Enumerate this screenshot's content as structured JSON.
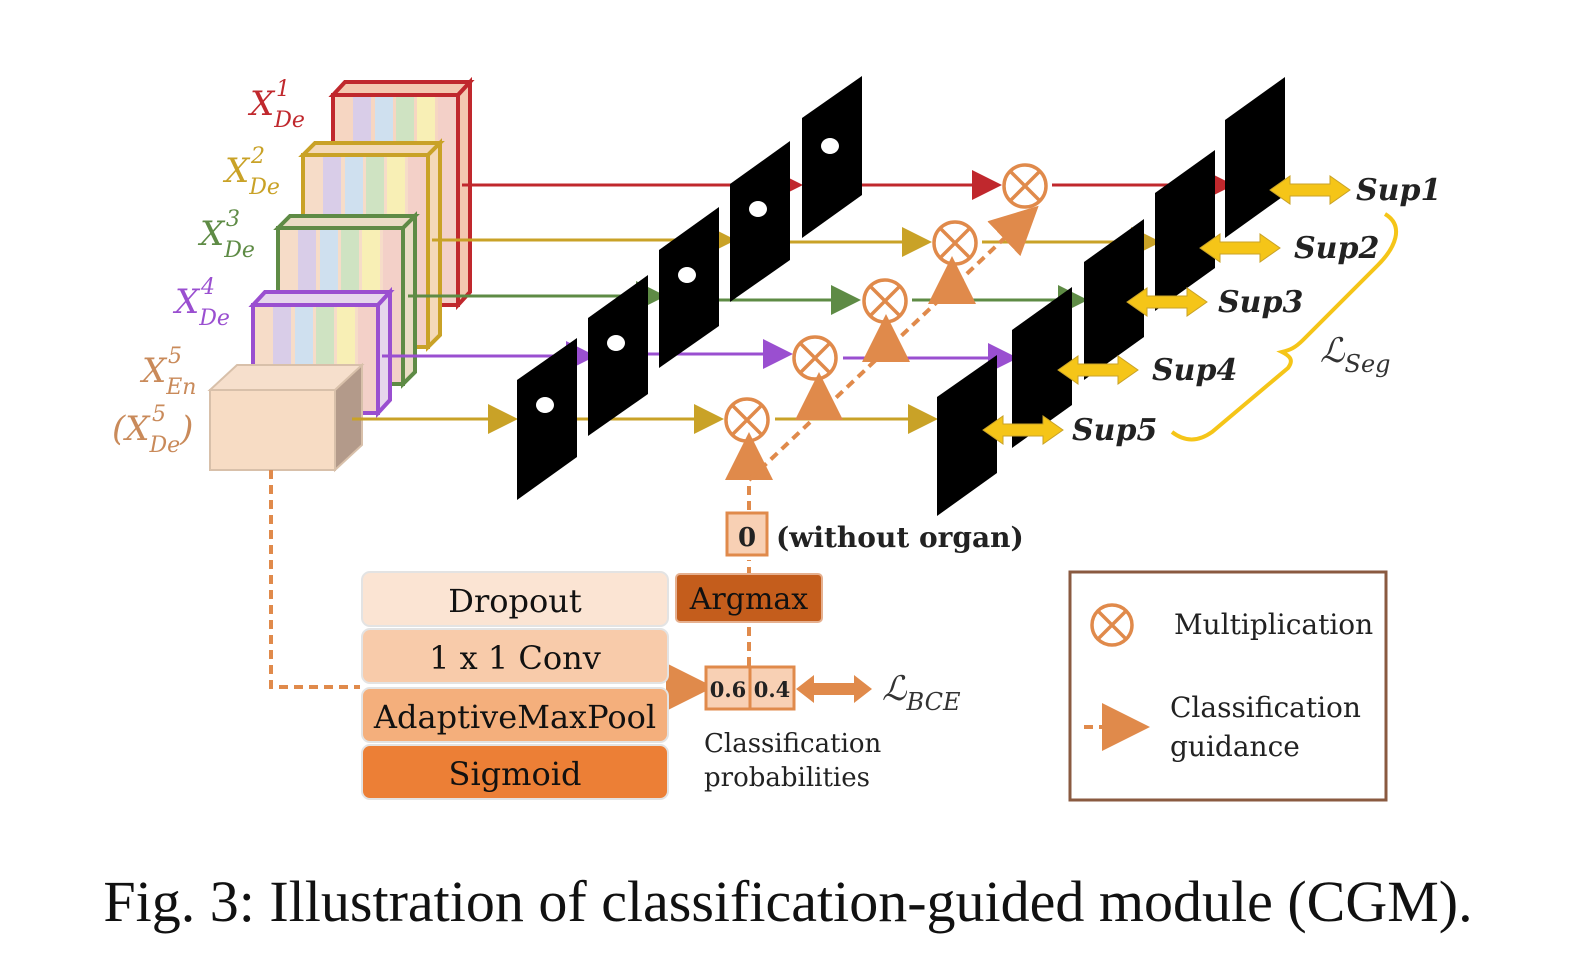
{
  "colors": {
    "de1": "#c0282d",
    "de2": "#c9a227",
    "de3": "#5e8b45",
    "de4": "#9a4fd0",
    "en5": "#c98a5a",
    "orange": "#e08a4b",
    "orangeDark": "#c9621e",
    "yellow": "#f5c518",
    "black": "#000000"
  },
  "features": [
    {
      "base": "X",
      "sub": "De",
      "sup": "1"
    },
    {
      "base": "X",
      "sub": "De",
      "sup": "2"
    },
    {
      "base": "X",
      "sub": "De",
      "sup": "3"
    },
    {
      "base": "X",
      "sub": "De",
      "sup": "4"
    },
    {
      "base": "X",
      "sub": "En",
      "sup": "5"
    }
  ],
  "feature5_alt": {
    "open": "(",
    "base": "X",
    "sub": "De",
    "sup": "5",
    "close": ")"
  },
  "supervisions": [
    "Sup1",
    "Sup2",
    "Sup3",
    "Sup4",
    "Sup5"
  ],
  "loss_seg": {
    "symbol": "ℒ",
    "sub": "Seg"
  },
  "loss_bce": {
    "symbol": "ℒ",
    "sub": "BCE"
  },
  "classifier_layers": [
    "Dropout",
    "1 x 1 Conv",
    "AdaptiveMaxPool",
    "Sigmoid"
  ],
  "argmax": "Argmax",
  "argmax_output": {
    "value": "0",
    "note": "(without organ)"
  },
  "probabilities": {
    "values": [
      "0.6",
      "0.4"
    ],
    "label_line1": "Classification",
    "label_line2": "probabilities"
  },
  "legend": {
    "multiplication": "Multiplication",
    "guidance_line1": "Classification",
    "guidance_line2": "guidance"
  },
  "caption": "Fig. 3: Illustration of classification-guided module (CGM)."
}
